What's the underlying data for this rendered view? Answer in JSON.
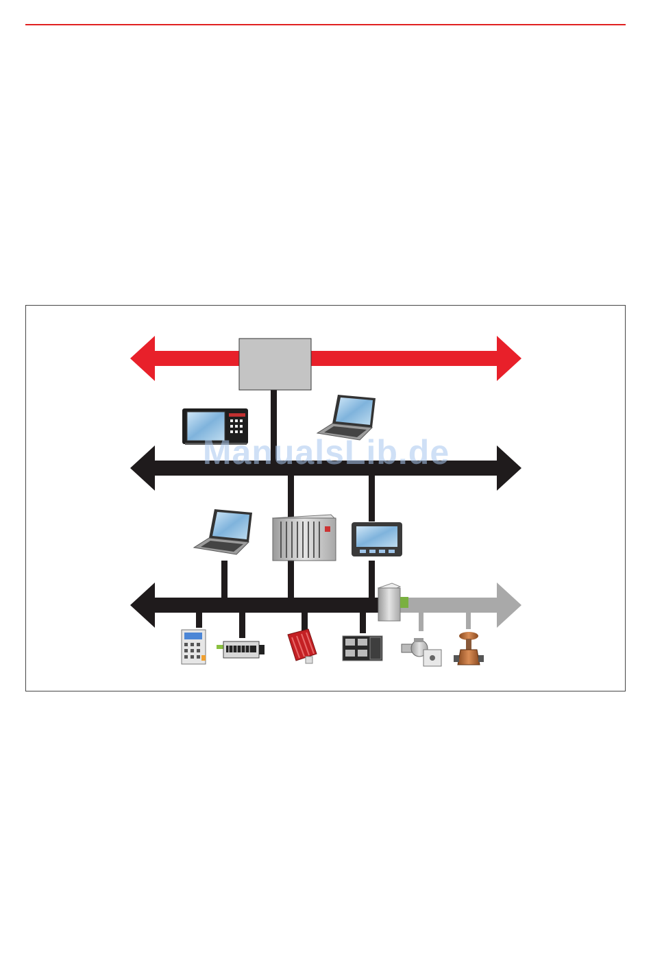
{
  "colors": {
    "rule": "#e02020",
    "red_bus": "#e8202a",
    "black_bus": "#1f1b1c",
    "gray_bus": "#a9a9a9",
    "gateway_box": "#c4c4c4",
    "watermark": "#a9c8ef"
  },
  "watermark": {
    "text": "ManualsLib.de"
  },
  "diagram": {
    "buses": [
      {
        "level": "top",
        "color": "red"
      },
      {
        "level": "middle",
        "color": "black"
      },
      {
        "level": "bottom",
        "color": "black-to-gray"
      }
    ],
    "icons": [
      "operator-panel-icon",
      "laptop-icon",
      "laptop-icon",
      "controller-rack-icon",
      "monitor-icon",
      "coupler-module-icon",
      "io-terminal-icon",
      "din-rail-module-icon",
      "drive-icon",
      "compact-io-icon",
      "pump-icon",
      "valve-icon"
    ]
  }
}
